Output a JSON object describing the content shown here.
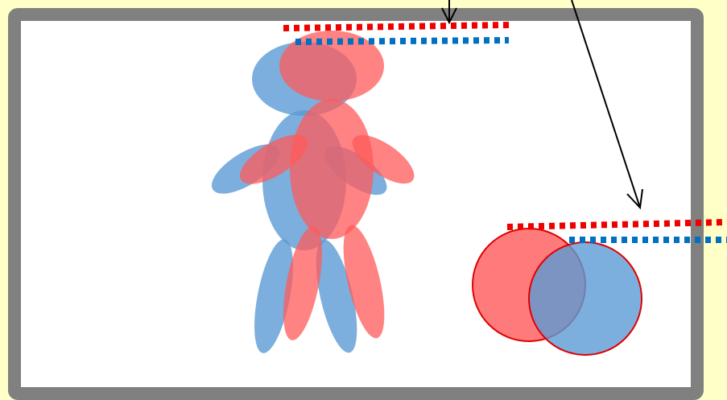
{
  "colors": {
    "page_background": "#ffffc8",
    "frame_border": "#808080",
    "frame_fill": "#ffffff",
    "blue_shape": "#5b9bd5",
    "red_shape": "#ff5a5a",
    "red_outline": "#e00000",
    "red_marker": "#ee0000",
    "blue_marker": "#0070c0",
    "arrow": "#000000"
  },
  "figures": {
    "left": {
      "name": "stick-figure-pair",
      "layers": [
        "blue",
        "red"
      ]
    },
    "right": {
      "name": "overlapping-circles",
      "layers": [
        "red",
        "blue"
      ]
    }
  },
  "markers": {
    "style": "dotted",
    "count": 4
  },
  "arrows": {
    "count": 2,
    "head": "open-chevron"
  }
}
